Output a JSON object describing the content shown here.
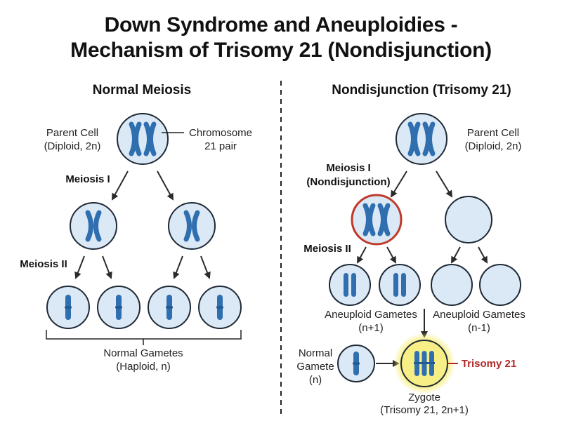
{
  "title": {
    "line1": "Down Syndrome and Aneuploidies -",
    "line2": "Mechanism of Trisomy 21 (Nondisjunction)"
  },
  "left": {
    "heading": "Normal Meiosis",
    "parent_label": [
      "Parent Cell",
      "(Diploid, 2n)"
    ],
    "chromosome_label": [
      "Chromosome",
      "21 pair"
    ],
    "meiosis1": "Meiosis I",
    "meiosis2": "Meiosis II",
    "gametes_label": [
      "Normal Gametes",
      "(Haploid, n)"
    ]
  },
  "right": {
    "heading": "Nondisjunction (Trisomy 21)",
    "parent_label": [
      "Parent Cell",
      "(Diploid, 2n)"
    ],
    "meiosis1": [
      "Meiosis I",
      "(Nondisjunction)"
    ],
    "meiosis2": "Meiosis II",
    "aneuploid_plus": [
      "Aneuploid Gametes",
      "(n+1)"
    ],
    "aneuploid_minus": [
      "Aneuploid Gametes",
      "(n-1)"
    ],
    "normal_gamete": [
      "Normal",
      "Gamete",
      "(n)"
    ],
    "trisomy_label": "Trisomy 21",
    "zygote_label": [
      "Zygote",
      "(Trisomy 21, 2n+1)"
    ]
  },
  "colors": {
    "cell_fill": "#dbe9f6",
    "cell_stroke": "#1f2a36",
    "chromosome": "#2f6fb0",
    "arrow": "#2b2b2b",
    "nondisjunction_ring": "#c0392b",
    "trisomy_glow": "#f5ec6a",
    "trisomy_text": "#b22a2a"
  }
}
